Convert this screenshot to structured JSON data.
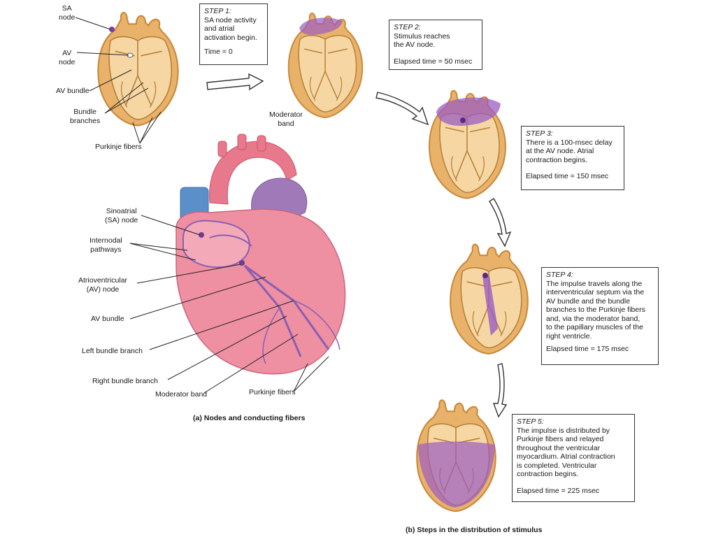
{
  "top_labels": {
    "sa_node": "SA\nnode",
    "av_node": "AV\nnode",
    "av_bundle": "AV bundle",
    "bundle_branches": "Bundle\nbranches",
    "purkinje_fibers": "Purkinje fibers",
    "moderator_band": "Moderator\nband"
  },
  "main_labels": {
    "sinoatrial": "Sinoatrial\n(SA) node",
    "internodal": "Internodal\npathways",
    "atrioventricular": "Atrioventricular\n(AV) node",
    "av_bundle": "AV bundle",
    "left_bundle": "Left bundle branch",
    "right_bundle": "Right bundle branch",
    "moderator_band": "Moderator band",
    "purkinje_fibers": "Purkinje fibers"
  },
  "steps": [
    {
      "step": "STEP 1:",
      "text": "SA node activity\nand atrial\nactivation begin.",
      "elapsed": "Time = 0"
    },
    {
      "step": "STEP 2:",
      "text": "Stimulus reaches\nthe AV node.",
      "elapsed": "Elapsed time = 50 msec"
    },
    {
      "step": "STEP 3:",
      "text": "There is a 100-msec delay\nat the AV node. Atrial\ncontraction begins.",
      "elapsed": "Elapsed time = 150 msec"
    },
    {
      "step": "STEP 4:",
      "text": "The impulse travels along the\ninterventricular septum via the\nAV bundle and the bundle\nbranches to the Purkinje fibers\nand, via the moderator band,\nto the papillary muscles of the\nright ventricle.",
      "elapsed": "Elapsed time = 175 msec"
    },
    {
      "step": "STEP 5:",
      "text": "The impulse is distributed by\nPurkinje fibers and relayed\nthroughout the ventricular\nmyocardium. Atrial contraction\nis completed. Ventricular\ncontraction begins.",
      "elapsed": "Elapsed time = 225 msec"
    }
  ],
  "captions": {
    "a": "(a) Nodes and conducting fibers",
    "b": "(b) Steps in the distribution of stimulus"
  },
  "colors": {
    "heart_wall": "#e9b26a",
    "heart_inner": "#f6d7a4",
    "stimulus": "#9b5cc0",
    "main_heart": "#ef8fa2",
    "vena_cava": "#5b8fc9",
    "aorta": "#e8788c",
    "pulmonary": "#a07ab8"
  }
}
